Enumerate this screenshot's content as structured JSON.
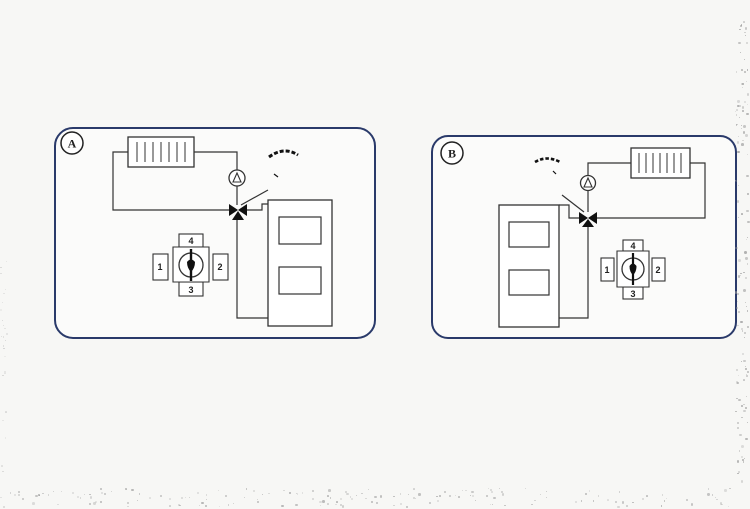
{
  "panels": [
    {
      "id": "A",
      "label": "A",
      "valve_ports": {
        "top": "4",
        "left": "1",
        "right": "2",
        "bottom": "3"
      }
    },
    {
      "id": "B",
      "label": "B",
      "valve_ports": {
        "top": "4",
        "left": "1",
        "right": "2",
        "bottom": "3"
      }
    }
  ],
  "colors": {
    "outline": "#2a3a6a",
    "line": "#333333",
    "paper": "#f7f7f5",
    "panel_fill": "#fbfbfa"
  },
  "icons": [
    "radiator-icon",
    "pump-icon",
    "three-way-valve-icon",
    "sensor-arc-icon",
    "boiler-icon",
    "valve-body-icon"
  ]
}
